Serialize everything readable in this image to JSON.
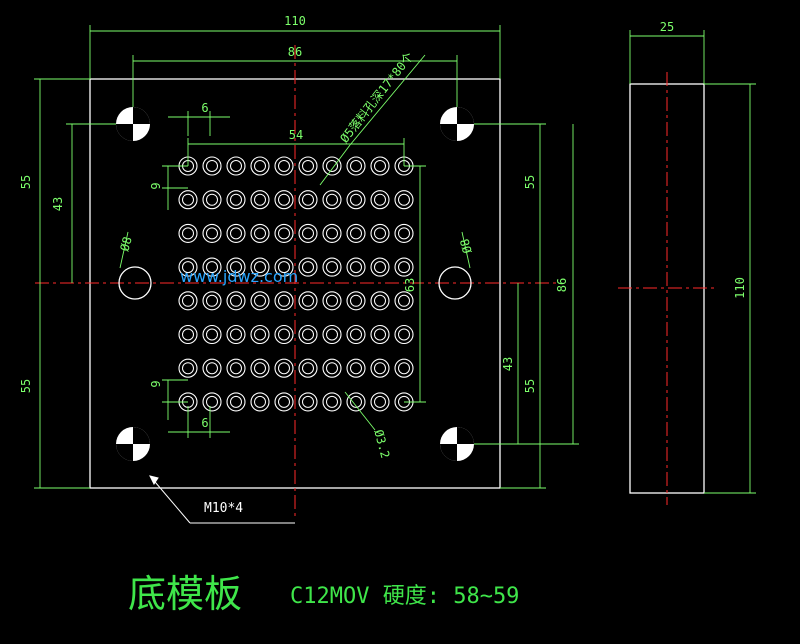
{
  "top_view": {
    "dims": {
      "overall_width": "110",
      "inner_width": "86",
      "hole_span": "54",
      "hole_pitch_top": "6",
      "hole_pitch_bottom": "6",
      "left_upper_55": "55",
      "left_lower_55": "55",
      "left_43": "43",
      "right_upper_55": "55",
      "right_lower_55": "55",
      "right_43": "43",
      "right_63": "63",
      "right_86": "86",
      "left_9_upper": "9",
      "left_9_lower": "9",
      "dowel_left": "Ø8",
      "dowel_right": "Ø8",
      "hole_dia_lower": "Ø3.2"
    },
    "hole_callout": "Ø5落料孔深17*80个",
    "screw_callout": "M10*4",
    "watermark": "www.jdwz.com"
  },
  "side_view": {
    "dims": {
      "thickness": "25",
      "height": "110"
    }
  },
  "title_block": {
    "name": "底模板",
    "material_spec": "C12MOV 硬度: 58~59"
  },
  "colors": {
    "background": "#000000",
    "outline": "#FFFFFF",
    "dimension": "#7CFF6B",
    "centerline": "#FF2A2A",
    "title": "#3FE64A"
  }
}
